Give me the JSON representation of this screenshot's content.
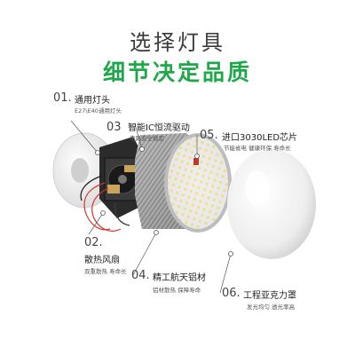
{
  "header": {
    "title": "选择灯具",
    "subtitle": "细节决定品质"
  },
  "features": [
    {
      "num": "01.",
      "label": "通用灯头",
      "desc": "E27\\E40通用灯头"
    },
    {
      "num": "02.",
      "label": "散热风扇",
      "desc": "双重散热  寿命长"
    },
    {
      "num": "03",
      "label": "智能IC恒流驱动",
      "desc": "电路安全稳定"
    },
    {
      "num": "04.",
      "label": "精工航天铝材",
      "desc": "铝材散热  保障寿命"
    },
    {
      "num": "05.",
      "label": "进口3030LED芯片",
      "desc": "节能省电  健康环保  寿命长"
    },
    {
      "num": "06.",
      "label": "工程亚克力罩",
      "desc": "发光均匀  透光率高"
    }
  ],
  "colors": {
    "accent": "#1fa84a",
    "title": "#3a3a3a"
  }
}
